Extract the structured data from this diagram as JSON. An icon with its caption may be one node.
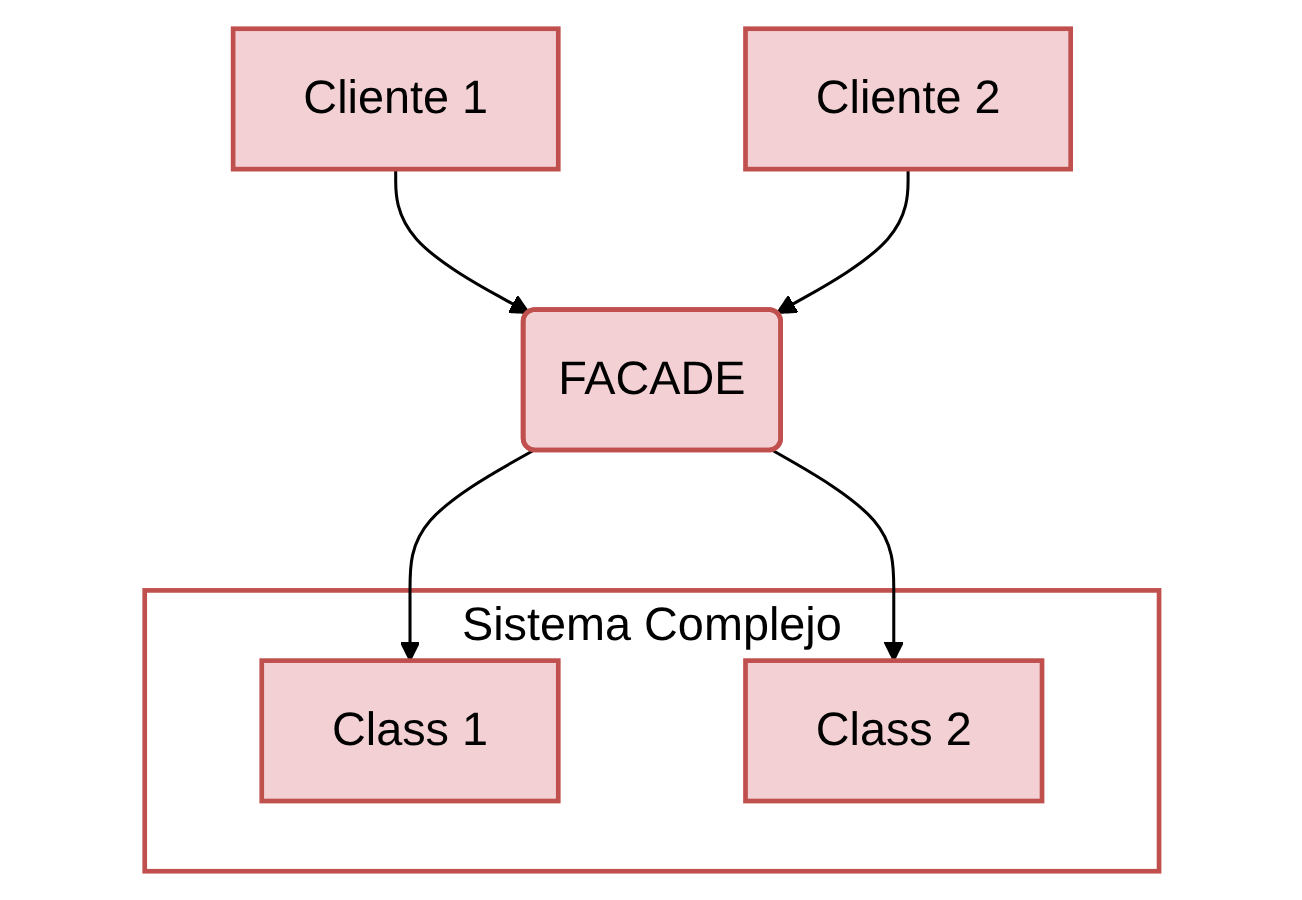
{
  "diagram": {
    "nodes": [
      {
        "text": [
          "Cliente 1"
        ]
      },
      {
        "text": [
          "Cliente 2"
        ]
      },
      {
        "text": [
          "Sistema Complejo"
        ]
      },
      {
        "text": [
          "FACADE"
        ]
      },
      {
        "text": [
          "Class 1"
        ],
        "in": 2
      },
      {
        "text": [
          "Class 2"
        ],
        "in": 2
      }
    ],
    "edges": [
      {
        "from": 0,
        "to": 3,
        "arrow": "to"
      },
      {
        "from": 1,
        "to": 3,
        "arrow": "to"
      },
      {
        "from": 3,
        "to": 4,
        "arrow": "to"
      },
      {
        "from": 3,
        "to": 5,
        "arrow": "to"
      }
    ]
  }
}
